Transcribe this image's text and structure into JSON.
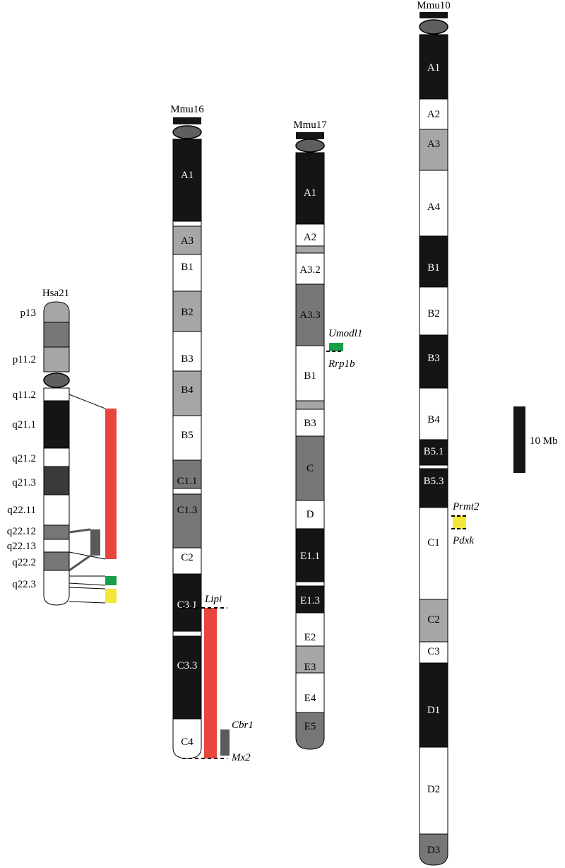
{
  "colors": {
    "black": "#151515",
    "dark": "#3a3a3a",
    "gray": "#777777",
    "light": "#a6a6a6",
    "white": "#ffffff",
    "centromere": "#5f5f5f",
    "red": "#e8453c",
    "green": "#16a04c",
    "yellow": "#f5e63a",
    "block": "#5a5a5a"
  },
  "chromosomes": [
    {
      "id": "hsa21",
      "name": "Hsa21",
      "labels_side": "left",
      "bands": [
        {
          "label": "p13",
          "fill": "light"
        },
        {
          "label": "",
          "fill": "gray"
        },
        {
          "label": "p11.2",
          "fill": "light"
        },
        {
          "label": "",
          "fill": "centromere"
        },
        {
          "label": "q11.2",
          "fill": "white"
        },
        {
          "label": "q21.1",
          "fill": "black"
        },
        {
          "label": "q21.2",
          "fill": "white"
        },
        {
          "label": "q21.3",
          "fill": "dark"
        },
        {
          "label": "q22.11",
          "fill": "white"
        },
        {
          "label": "q22.12",
          "fill": "gray"
        },
        {
          "label": "q22.13",
          "fill": "white"
        },
        {
          "label": "q22.2",
          "fill": "gray"
        },
        {
          "label": "q22.3",
          "fill": "white"
        }
      ]
    },
    {
      "id": "mmu16",
      "name": "Mmu16",
      "labels_side": "inside",
      "bands": [
        {
          "label": "A1",
          "fill": "black"
        },
        {
          "label": "",
          "fill": "white"
        },
        {
          "label": "A3",
          "fill": "light"
        },
        {
          "label": "B1",
          "fill": "white"
        },
        {
          "label": "B2",
          "fill": "light"
        },
        {
          "label": "B3",
          "fill": "white"
        },
        {
          "label": "B4",
          "fill": "light"
        },
        {
          "label": "B5",
          "fill": "white"
        },
        {
          "label": "C1.1",
          "fill": "gray"
        },
        {
          "label": "",
          "fill": "white"
        },
        {
          "label": "C1.3",
          "fill": "gray"
        },
        {
          "label": "C2",
          "fill": "white"
        },
        {
          "label": "C3.1",
          "fill": "black"
        },
        {
          "label": "",
          "fill": "white"
        },
        {
          "label": "C3.3",
          "fill": "black"
        },
        {
          "label": "C4",
          "fill": "white"
        }
      ]
    },
    {
      "id": "mmu17",
      "name": "Mmu17",
      "labels_side": "inside",
      "bands": [
        {
          "label": "A1",
          "fill": "black"
        },
        {
          "label": "A2",
          "fill": "white"
        },
        {
          "label": "",
          "fill": "light"
        },
        {
          "label": "A3.2",
          "fill": "white"
        },
        {
          "label": "A3.3",
          "fill": "gray"
        },
        {
          "label": "B1",
          "fill": "white"
        },
        {
          "label": "",
          "fill": "light"
        },
        {
          "label": "B3",
          "fill": "white"
        },
        {
          "label": "C",
          "fill": "gray"
        },
        {
          "label": "D",
          "fill": "white"
        },
        {
          "label": "E1.1",
          "fill": "black"
        },
        {
          "label": "",
          "fill": "white"
        },
        {
          "label": "E1.3",
          "fill": "black"
        },
        {
          "label": "E2",
          "fill": "white"
        },
        {
          "label": "E3",
          "fill": "light"
        },
        {
          "label": "E4",
          "fill": "white"
        },
        {
          "label": "E5",
          "fill": "gray"
        }
      ]
    },
    {
      "id": "mmu10",
      "name": "Mmu10",
      "labels_side": "inside",
      "bands": [
        {
          "label": "A1",
          "fill": "black"
        },
        {
          "label": "A2",
          "fill": "white"
        },
        {
          "label": "A3",
          "fill": "light"
        },
        {
          "label": "A4",
          "fill": "white"
        },
        {
          "label": "B1",
          "fill": "black"
        },
        {
          "label": "B2",
          "fill": "white"
        },
        {
          "label": "B3",
          "fill": "black"
        },
        {
          "label": "B4",
          "fill": "white"
        },
        {
          "label": "B5.1",
          "fill": "black"
        },
        {
          "label": "",
          "fill": "white"
        },
        {
          "label": "B5.3",
          "fill": "black"
        },
        {
          "label": "C1",
          "fill": "white"
        },
        {
          "label": "C2",
          "fill": "light"
        },
        {
          "label": "C3",
          "fill": "white"
        },
        {
          "label": "D1",
          "fill": "black"
        },
        {
          "label": "D2",
          "fill": "white"
        },
        {
          "label": "D3",
          "fill": "gray"
        }
      ]
    }
  ],
  "genes": {
    "lipi": "Lipi",
    "cbr1": "Cbr1",
    "mx2": "Mx2",
    "umodl1": "Umodl1",
    "rrp1b": "Rrp1b",
    "prmt2": "Prmt2",
    "pdxk": "Pdxk"
  },
  "scale": {
    "label": "10 Mb",
    "value_mb": 10
  }
}
